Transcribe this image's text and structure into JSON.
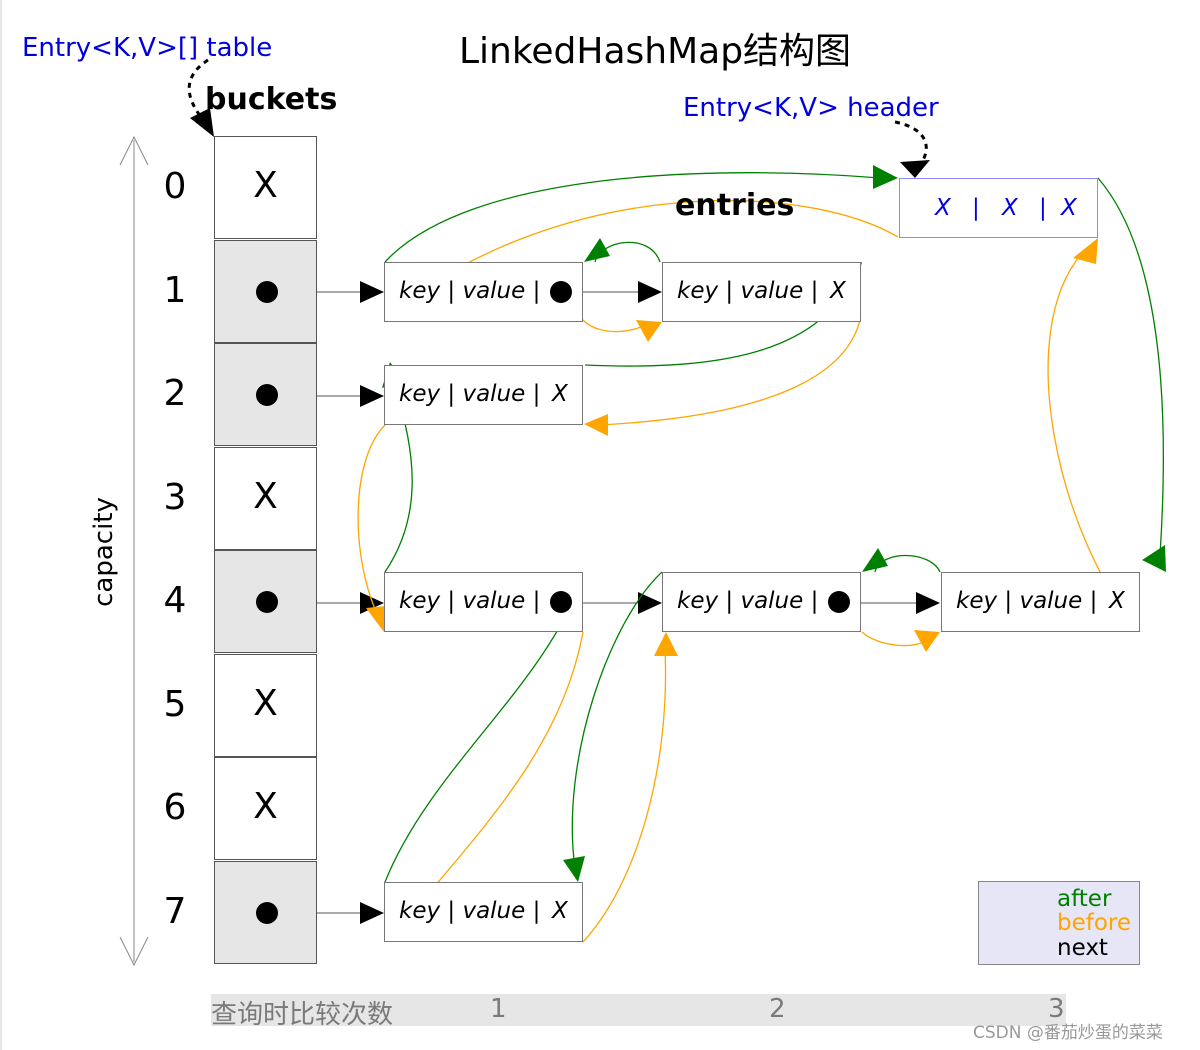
{
  "title": "LinkedHashMap结构图",
  "table_label": "Entry<K,V>[] table",
  "buckets_label": "buckets",
  "header_label": "Entry<K,V> header",
  "entries_label": "entries",
  "capacity_label": "capacity",
  "colors": {
    "after": "#008000",
    "before": "#ffa500",
    "next": "#000000",
    "header_text": "#0000dd"
  },
  "buckets": [
    {
      "index": "0",
      "filled": false,
      "mark": "X"
    },
    {
      "index": "1",
      "filled": true,
      "mark": ""
    },
    {
      "index": "2",
      "filled": true,
      "mark": ""
    },
    {
      "index": "3",
      "filled": false,
      "mark": "X"
    },
    {
      "index": "4",
      "filled": true,
      "mark": ""
    },
    {
      "index": "5",
      "filled": false,
      "mark": "X"
    },
    {
      "index": "6",
      "filled": false,
      "mark": "X"
    },
    {
      "index": "7",
      "filled": true,
      "mark": ""
    }
  ],
  "entry_text": "key | value |",
  "entry_x": "X",
  "header_fields": [
    "X",
    "|",
    "X",
    "|",
    "X"
  ],
  "legend": {
    "after": "after",
    "before": "before",
    "next": "next"
  },
  "bottom_bar": {
    "label": "查询时比较次数",
    "ticks": [
      "1",
      "2",
      "3"
    ]
  },
  "watermark": "CSDN @番茄炒蛋的菜菜"
}
